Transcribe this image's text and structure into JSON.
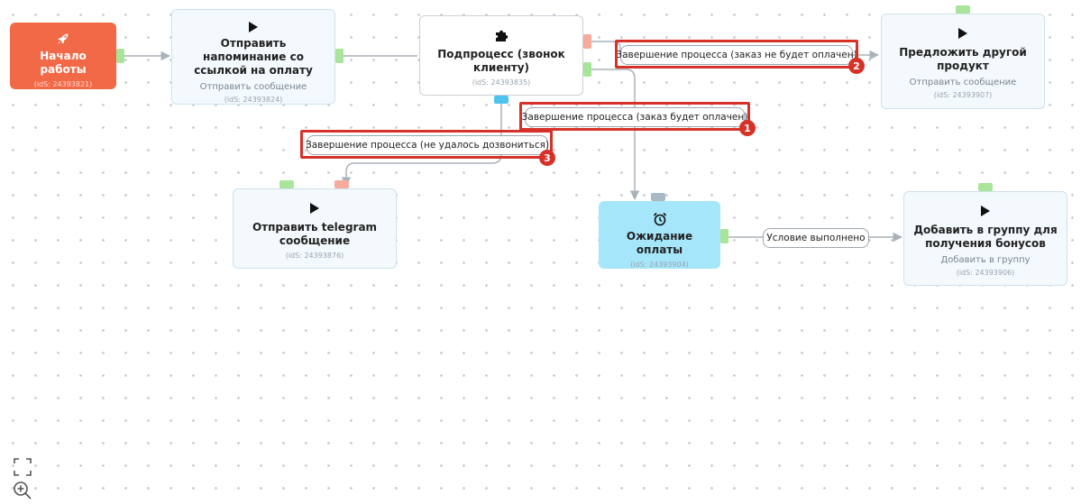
{
  "nodes": {
    "start": {
      "title": "Начало работы",
      "ids": "(idS: 24393821)",
      "icon": "rocket-icon"
    },
    "reminder": {
      "title": "Отправить напоминание со ссылкой на оплату",
      "sub": "Отправить сообщение",
      "ids": "(idS: 24393824)",
      "icon": "play-icon"
    },
    "subprocess": {
      "title": "Подпроцесс (звонок клиенту)",
      "ids": "(idS: 24393835)",
      "icon": "puzzle-icon"
    },
    "offer": {
      "title": "Предложить другой продукт",
      "sub": "Отправить сообщение",
      "ids": "(idS: 24393907)",
      "icon": "play-icon"
    },
    "telegram": {
      "title": "Отправить telegram сообщение",
      "ids": "(idS: 24393876)",
      "icon": "play-icon"
    },
    "wait": {
      "title": "Ожидание оплаты",
      "ids": "(idS: 24393904)",
      "icon": "alarm-clock-icon"
    },
    "group": {
      "title": "Добавить в группу для получения бонусов",
      "sub": "Добавить в группу",
      "ids": "(idS: 24393906)",
      "icon": "play-icon"
    }
  },
  "edges": {
    "not_paid": "Завершение процесса (заказ не будет оплачен)",
    "paid": "Завершение процесса (заказ будет оплачен)",
    "no_answer": "Завершение процесса (не удалось дозвониться)",
    "condition": "Условие выполнено"
  },
  "badges": {
    "b1": "1",
    "b2": "2",
    "b3": "3"
  },
  "colors": {
    "start": "#f26948",
    "wait": "#a5e6fb",
    "highlight": "#d6322a",
    "port_green": "#a8e59a",
    "port_salmon": "#f8ab9c",
    "port_blue": "#4fc3ee"
  },
  "tools": {
    "fit": "fullscreen-icon",
    "zoom": "zoom-in-icon"
  }
}
